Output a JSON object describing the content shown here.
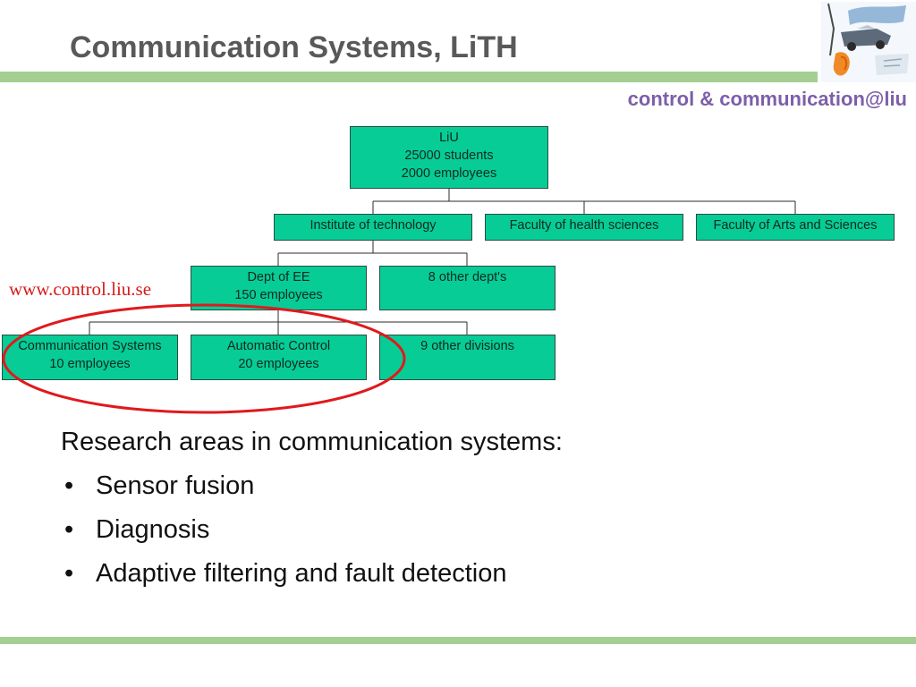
{
  "header": {
    "title": "Communication Systems, LiTH",
    "subtitle": "control & communication@liu"
  },
  "link": {
    "url_text": "www.control.liu.se",
    "color": "#d61b1b"
  },
  "colors": {
    "accent_bar": "#a4cf91",
    "node_fill": "#07cc96",
    "title": "#58595b",
    "subtitle": "#7d5fa8",
    "highlight_ring": "#e0191d"
  },
  "logo": {
    "icon": "lith-logo-collage-icon"
  },
  "org_chart": {
    "root": {
      "lines": [
        "LiU",
        "25000 students",
        "2000 employees"
      ]
    },
    "faculties": [
      {
        "lines": [
          "Institute of technology"
        ]
      },
      {
        "lines": [
          "Faculty of health sciences"
        ]
      },
      {
        "lines": [
          "Faculty of Arts and Sciences"
        ]
      }
    ],
    "departments": [
      {
        "lines": [
          "Dept of EE",
          "150 employees"
        ]
      },
      {
        "lines": [
          "8 other dept's"
        ]
      }
    ],
    "divisions": [
      {
        "lines": [
          "Communication Systems",
          "10 employees"
        ]
      },
      {
        "lines": [
          "Automatic Control",
          "20 employees"
        ]
      },
      {
        "lines": [
          "9 other divisions"
        ]
      }
    ],
    "highlighted": [
      "Communication Systems",
      "Automatic Control"
    ]
  },
  "research": {
    "heading": "Research areas in communication systems:",
    "bullet": "•",
    "items": [
      "Sensor fusion",
      "Diagnosis",
      "Adaptive filtering and fault detection"
    ]
  }
}
